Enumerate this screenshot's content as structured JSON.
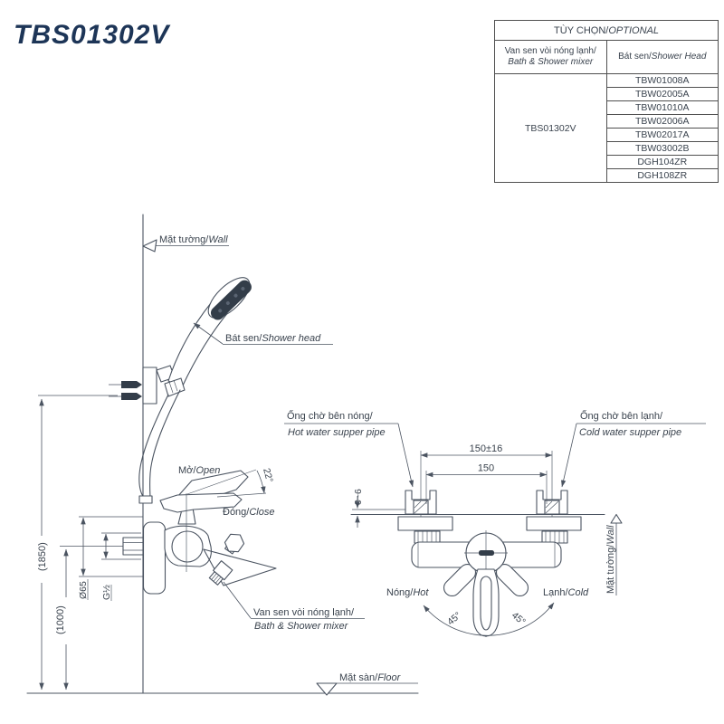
{
  "page": {
    "title": "TBS01302V"
  },
  "colors": {
    "title": "#1d3557",
    "line": "#4b5461",
    "text": "#3a434e",
    "dark": "#333d49",
    "tborder": "#4f4f4f"
  },
  "table": {
    "title_vi": "TÙY CHỌN/",
    "title_en": "OPTIONAL",
    "col_mixer_vi": "Van sen vòi nóng lạnh/",
    "col_mixer_en": "Bath & Shower mixer",
    "col_head_vi": "Bát sen/",
    "col_head_en": "Shower Head",
    "mixer_code": "TBS01302V",
    "shower_heads": [
      "TBW01008A",
      "TBW02005A",
      "TBW01010A",
      "TBW02006A",
      "TBW02017A",
      "TBW03002B",
      "DGH104ZR",
      "DGH108ZR"
    ]
  },
  "labels": {
    "wall_top": {
      "vi": "Mặt tường/",
      "en": "Wall"
    },
    "shower_head": {
      "vi": "Bát sen/",
      "en": "Shower head"
    },
    "open": {
      "vi": "Mở/",
      "en": "Open"
    },
    "close": {
      "vi": "Đóng/",
      "en": "Close"
    },
    "hot_pipe": {
      "vi": "Ống chờ bên nóng/",
      "en": "Hot water supper pipe"
    },
    "cold_pipe": {
      "vi": "Ống chờ bên lạnh/",
      "en": "Cold water supper pipe"
    },
    "mixer": {
      "vi": "Van sen vòi nóng lạnh/",
      "en": "Bath & Shower mixer"
    },
    "hot": {
      "vi": "Nóng/",
      "en": "Hot"
    },
    "cold": {
      "vi": "Lạnh/",
      "en": "Cold"
    },
    "wall_right": {
      "vi": "Mặt tường/",
      "en": "Wall"
    },
    "floor": {
      "vi": "Mặt sàn/",
      "en": "Floor"
    }
  },
  "dimensions": {
    "height_total": "(1850)",
    "height_mixer": "(1000)",
    "flange_diameter": "Ø65",
    "thread_size": "G½",
    "pitch_adjustable": "150±16",
    "pitch": "150",
    "wall_gap": "0~6",
    "open_angle": "22°",
    "swing_left": "45°",
    "swing_right": "45°"
  }
}
